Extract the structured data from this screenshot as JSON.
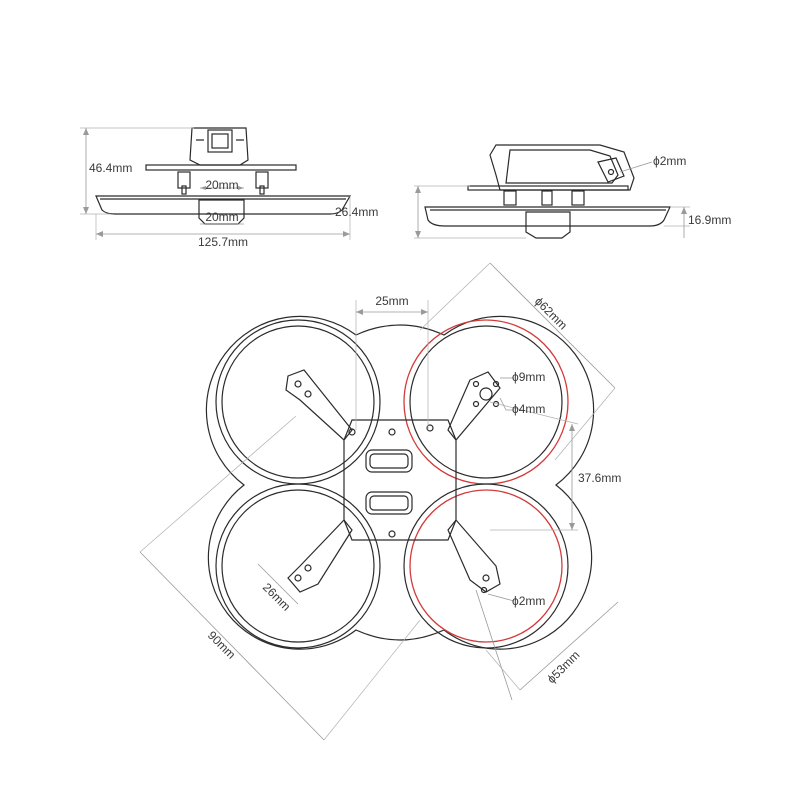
{
  "colors": {
    "outline": "#2b2b2b",
    "dimension": "#9a9a9a",
    "highlight": "#d33a3a",
    "background": "#ffffff"
  },
  "front_view": {
    "height": "46.4mm",
    "camera_width": "20mm",
    "bottom_width": "20mm",
    "overall_width": "125.7mm"
  },
  "side_view": {
    "hole": "ϕ2mm",
    "overall_height": "26.4mm",
    "duct_height": "16.9mm"
  },
  "top_view": {
    "stack_spacing": "25mm",
    "duct_outer": "ϕ62mm",
    "motor_center_hole": "ϕ9mm",
    "motor_mount_hole": "ϕ4mm",
    "motor_spacing": "37.6mm",
    "arm_hole": "ϕ2mm",
    "prop_diameter": "ϕ53mm",
    "diagonal": "90mm",
    "arm_length": "26mm"
  }
}
